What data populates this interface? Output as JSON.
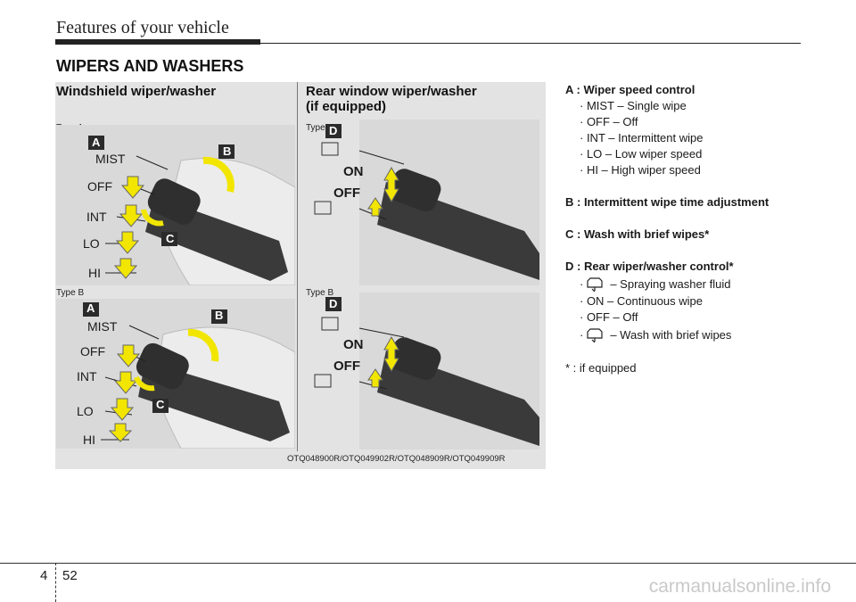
{
  "header": {
    "title": "Features of your vehicle"
  },
  "section_title": "WIPERS AND WASHERS",
  "figure": {
    "left_panel": {
      "title": "Windshield wiper/washer",
      "type_a": "Type A",
      "type_b": "Type B",
      "labels": {
        "mist": "MIST",
        "off": "OFF",
        "int": "INT",
        "lo": "LO",
        "hi": "HI",
        "badge_a": "A",
        "badge_b": "B",
        "badge_c": "C"
      }
    },
    "right_panel": {
      "title_line1": "Rear window wiper/washer",
      "title_line2": "(if equipped)",
      "type_a": "Type A",
      "type_b": "Type B",
      "labels": {
        "on": "ON",
        "off": "OFF",
        "badge_d": "D"
      }
    },
    "code": "OTQ048900R/OTQ049902R/OTQ048909R/OTQ049909R"
  },
  "descriptions": {
    "a_title": "A : Wiper speed control",
    "a_items": [
      "· MIST – Single wipe",
      "· OFF – Off",
      "· INT – Intermittent wipe",
      "· LO – Low wiper speed",
      "· HI – High wiper speed"
    ],
    "b_title": "B : Intermittent wipe time adjustment",
    "c_title": "C : Wash with brief wipes*",
    "d_title": "D : Rear wiper/washer control*",
    "d_item1": "– Spraying washer fluid",
    "d_item2": "· ON – Continuous wipe",
    "d_item3": "· OFF – Off",
    "d_item4": "– Wash with brief wipes",
    "bullet": "·",
    "footnote": "* : if equipped"
  },
  "footer": {
    "chapter": "4",
    "page": "52",
    "watermark": "carmanualsonline.info"
  },
  "colors": {
    "arrow_yellow": "#f2e600",
    "badge": "#2b2b2b",
    "stalk": "#3a3a3a",
    "panel_bg": "#e3e3e3"
  }
}
